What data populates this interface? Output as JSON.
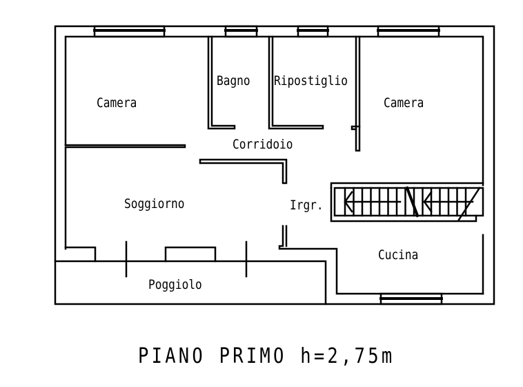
{
  "plan": {
    "rooms": {
      "camera_left": "Camera",
      "bagno": "Bagno",
      "ripostiglio": "Ripostiglio",
      "camera_right": "Camera",
      "corridoio": "Corridoio",
      "soggiorno": "Soggiorno",
      "ingresso": "Irgr.",
      "cucina": "Cucina",
      "poggiolo": "Poggiolo"
    },
    "title": "PIANO PRIMO h=2,75m"
  }
}
